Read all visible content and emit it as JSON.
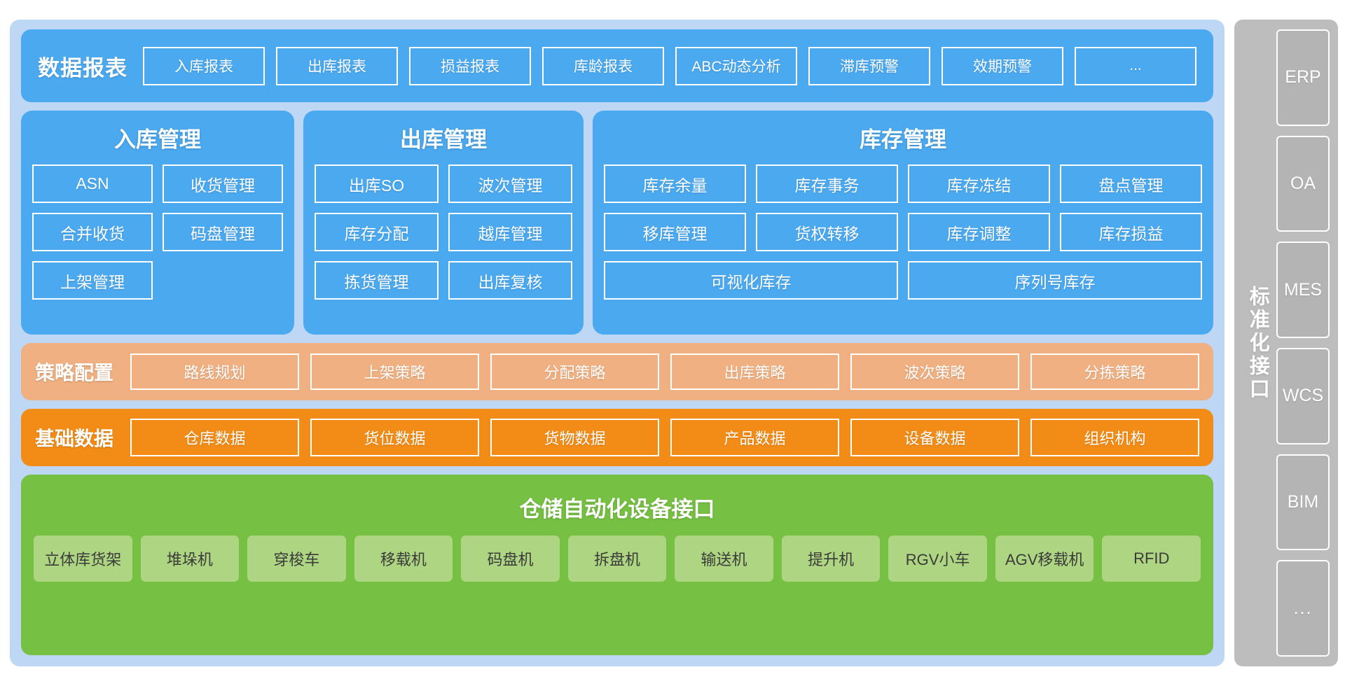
{
  "reports": {
    "title": "数据报表",
    "items": [
      "入库报表",
      "出库报表",
      "损益报表",
      "库龄报表",
      "ABC动态分析",
      "滞库预警",
      "效期预警",
      "..."
    ]
  },
  "modules": [
    {
      "title": "入库管理",
      "items": [
        "ASN",
        "收货管理",
        "合并收货",
        "码盘管理",
        "上架管理"
      ]
    },
    {
      "title": "出库管理",
      "items": [
        "出库SO",
        "波次管理",
        "库存分配",
        "越库管理",
        "拣货管理",
        "出库复核"
      ]
    },
    {
      "title": "库存管理",
      "items": [
        "库存余量",
        "库存事务",
        "库存冻结",
        "盘点管理",
        "移库管理",
        "货权转移",
        "库存调整",
        "库存损益"
      ],
      "wide_items": [
        "可视化库存",
        "序列号库存"
      ]
    }
  ],
  "strategy": {
    "title": "策略配置",
    "items": [
      "路线规划",
      "上架策略",
      "分配策略",
      "出库策略",
      "波次策略",
      "分拣策略"
    ]
  },
  "basedata": {
    "title": "基础数据",
    "items": [
      "仓库数据",
      "货位数据",
      "货物数据",
      "产品数据",
      "设备数据",
      "组织机构"
    ]
  },
  "equipment": {
    "title": "仓储自动化设备接口",
    "items": [
      "立体库货架",
      "堆垛机",
      "穿梭车",
      "移载机",
      "码盘机",
      "拆盘机",
      "输送机",
      "提升机",
      "RGV小车",
      "AGV移载机",
      "RFID"
    ]
  },
  "sidebar": {
    "label": "标准化接口",
    "items": [
      "ERP",
      "OA",
      "MES",
      "WCS",
      "BIM",
      "..."
    ]
  },
  "colors": {
    "panel_bg": "#bdd7f5",
    "blue": "#4ba9f0",
    "peach": "#f0b081",
    "orange": "#f28c16",
    "green": "#76c043",
    "green_chip": "#aed581",
    "sidebar_bg": "#bdbdbd",
    "sidebar_chip": "#b4b4b4"
  }
}
